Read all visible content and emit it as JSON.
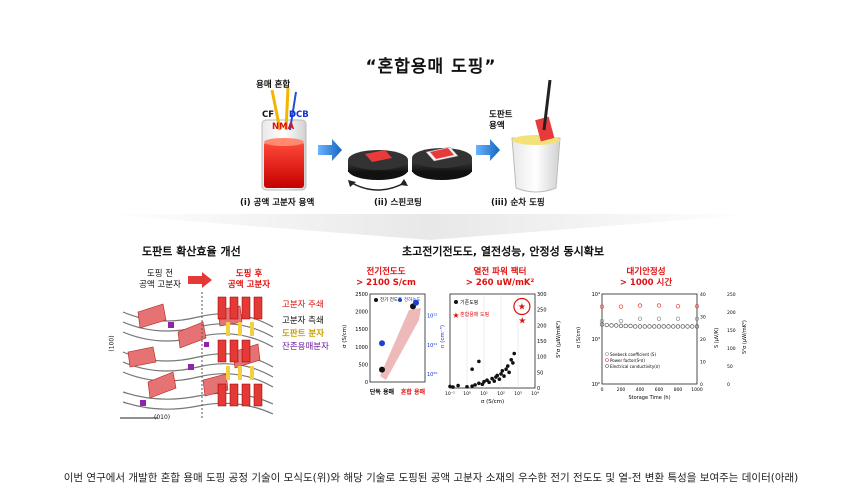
{
  "title": "“혼합용매 도핑”",
  "top": {
    "mix_label": "용매 혼합",
    "cf": "CF",
    "dcb": "DCB",
    "nma": "NMA",
    "dopant_solution": "도판트\n용액",
    "step1": "(i) 공액 고분자 용액",
    "step2": "(ii) 스핀코팅",
    "step3": "(iii) 순차 도핑"
  },
  "left_panel": {
    "heading": "도판트 확산효율 개선",
    "before": "도핑 전\n공액 고분자",
    "after": "도핑 후\n공액 고분자",
    "legend": [
      "고분자 주쇄",
      "고분자 측쇄",
      "도판트 분자",
      "잔존용매분자"
    ],
    "axis_100": "(100)",
    "axis_010": "(010)"
  },
  "right_heading": "초고전기전도도, 열전성능, 안정성 동시확보",
  "chart_data": [
    {
      "type": "scatter",
      "title": "전기전도도\n> 2100 S/cm",
      "ylabel": "σ (S/cm)",
      "ylabel2": "n (cm⁻³)",
      "yticks": [
        "0",
        "500",
        "1000",
        "1500",
        "2000",
        "2500"
      ],
      "y2ticks": [
        "10²⁰",
        "10²¹",
        "10²²"
      ],
      "ylim": [
        0,
        2500
      ],
      "legend": [
        "전기\n전도도",
        "전하농도"
      ],
      "categories": [
        "단독\n용매",
        "혼합\n용매"
      ],
      "series": [
        {
          "name": "전기\n전도도",
          "values": [
            350,
            2150
          ]
        },
        {
          "name": "전하농도",
          "values": [
            1100,
            2250
          ]
        }
      ]
    },
    {
      "type": "scatter",
      "title": "열전 파워 팩터\n> 260 uW/mK²",
      "xlabel": "σ (S/cm)",
      "ylabel": "S²σ (μW/mK²)",
      "yticks": [
        "0",
        "50",
        "100",
        "150",
        "200",
        "250",
        "300"
      ],
      "xticks": [
        "10⁻¹",
        "10⁰",
        "10¹",
        "10²",
        "10³",
        "10⁴"
      ],
      "ylim": [
        0,
        300
      ],
      "legend": [
        "기존도핑",
        "혼합용매\n도핑"
      ],
      "series": [
        {
          "name": "기존도핑",
          "points": [
            [
              0.1,
              5
            ],
            [
              0.15,
              3
            ],
            [
              0.3,
              8
            ],
            [
              1,
              4
            ],
            [
              2,
              6
            ],
            [
              3,
              10
            ],
            [
              5,
              15
            ],
            [
              8,
              12
            ],
            [
              10,
              20
            ],
            [
              15,
              25
            ],
            [
              20,
              18
            ],
            [
              30,
              30
            ],
            [
              40,
              22
            ],
            [
              50,
              35
            ],
            [
              60,
              40
            ],
            [
              80,
              28
            ],
            [
              100,
              45
            ],
            [
              120,
              55
            ],
            [
              150,
              38
            ],
            [
              200,
              60
            ],
            [
              250,
              70
            ],
            [
              300,
              50
            ],
            [
              400,
              90
            ],
            [
              500,
              80
            ],
            [
              600,
              110
            ],
            [
              5,
              85
            ],
            [
              2,
              60
            ]
          ]
        },
        {
          "name": "혼합용매\n도핑",
          "points": [
            [
              1700,
              260
            ],
            [
              1800,
              215
            ]
          ]
        }
      ]
    },
    {
      "type": "line",
      "title": "대기안정성\n> 1000 시간",
      "xlabel": "Storage Time (h)",
      "ylabel": "σ (S/cm)",
      "ylabel2": "S (μV/K)",
      "ylabel3": "S²σ (μW/mK²)",
      "xticks": [
        "0",
        "200",
        "400",
        "600",
        "800",
        "1000"
      ],
      "yticks": [
        "10²",
        "10³",
        "10⁴"
      ],
      "y2ticks": [
        "0",
        "10",
        "20",
        "30",
        "40"
      ],
      "y3ticks": [
        "0",
        "50",
        "100",
        "150",
        "200",
        "250"
      ],
      "xlim": [
        0,
        1000
      ],
      "legend": [
        "Seebeck coefficient (S)",
        "Power factor(S²σ)",
        "Electrical conductivity(σ)"
      ],
      "series": [
        {
          "name": "Seebeck coefficient (S)",
          "x": [
            0,
            200,
            400,
            600,
            800,
            1000
          ],
          "values": [
            28,
            28,
            29,
            29,
            29,
            29
          ]
        },
        {
          "name": "Power factor(S²σ)",
          "x": [
            0,
            200,
            400,
            600,
            800,
            1000
          ],
          "values": [
            215,
            215,
            218,
            218,
            216,
            216
          ]
        },
        {
          "name": "Electrical conductivity(σ)",
          "x": [
            0,
            50,
            100,
            150,
            200,
            250,
            300,
            350,
            400,
            450,
            500,
            550,
            600,
            650,
            700,
            750,
            800,
            850,
            900,
            950,
            1000
          ],
          "values": [
            2100,
            2050,
            2000,
            2000,
            1950,
            1950,
            1950,
            1900,
            1900,
            1900,
            1900,
            1900,
            1900,
            1900,
            1900,
            1900,
            1900,
            1900,
            1900,
            1900,
            1900
          ]
        }
      ]
    }
  ],
  "caption": "이번 연구에서 개발한 혼합 용매 도핑 공정 기술이 모식도(위)와 해당 기술로 도핑된 공액 고분자 소재의 우수한 전기 전도도 및 열-전 변환 특성을 보여주는 데이터(아래)"
}
